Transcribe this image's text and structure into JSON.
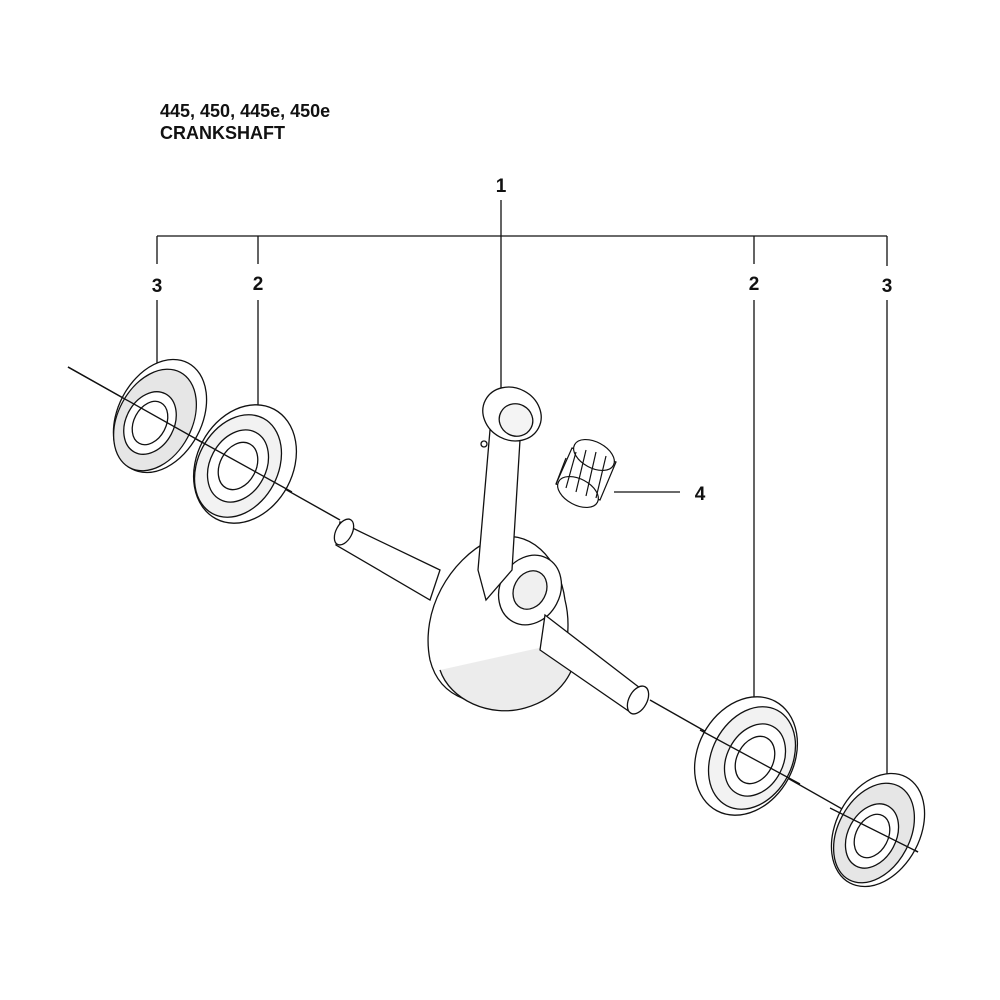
{
  "header": {
    "models": "445, 450, 445e, 450e",
    "section": "CRANKSHAFT"
  },
  "callouts": {
    "crankshaft_assembly": "1",
    "bearing_left": "2",
    "bearing_right": "2",
    "seal_left": "3",
    "seal_right": "3",
    "needle_bearing": "4"
  },
  "colors": {
    "line": "#111111",
    "fill": "#ffffff",
    "shade": "#d9d9d9"
  }
}
